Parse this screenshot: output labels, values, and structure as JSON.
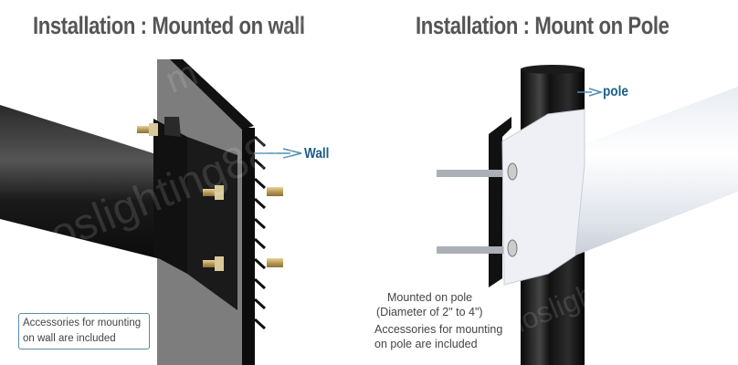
{
  "left_panel": {
    "title": "Installation : Mounted on wall",
    "callout_label": "Wall",
    "note_lines": [
      "Accessories for mounting",
      "on wall are included"
    ]
  },
  "right_panel": {
    "title": "Installation : Mount on Pole",
    "callout_label": "pole",
    "notes": [
      "Mounted on pole",
      "(Diameter of 2\" to 4\")",
      "Accessories for mounting",
      "on pole are included"
    ]
  },
  "watermark": "moslighting888",
  "colors": {
    "title": "#555555",
    "callout": "#1d5f8a",
    "box_border": "#5a8aa6"
  }
}
